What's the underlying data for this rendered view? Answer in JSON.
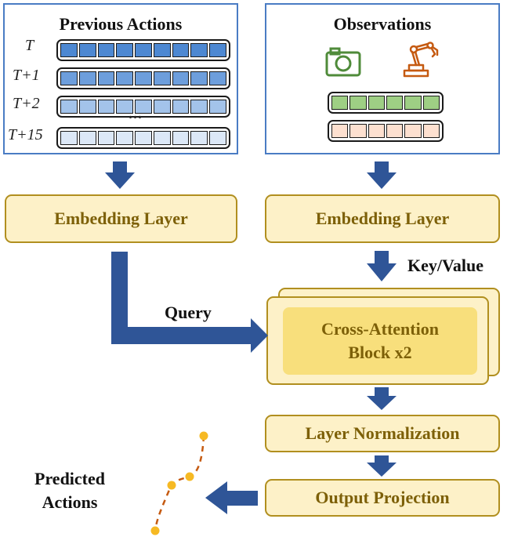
{
  "left_panel": {
    "title": "Previous Actions",
    "rows": [
      {
        "label": "T",
        "color": "#4d88d2"
      },
      {
        "label": "T+1",
        "color": "#6d9edc"
      },
      {
        "label": "T+2",
        "color": "#a3c3ea"
      },
      {
        "label": "T+15",
        "color": "#dce8f7"
      }
    ],
    "ellipsis": "..."
  },
  "right_panel": {
    "title": "Observations",
    "icons": [
      "camera-icon",
      "robot-arm-icon"
    ],
    "strips": [
      {
        "color": "#9ecf84"
      },
      {
        "color": "#fde0d0"
      }
    ]
  },
  "embedding_left": "Embedding Layer",
  "embedding_right": "Embedding Layer",
  "key_value": "Key/Value",
  "query": "Query",
  "cross_attention": {
    "line1": "Cross-Attention",
    "line2": "Block x2"
  },
  "layer_norm": "Layer Normalization",
  "output_projection": "Output Projection",
  "predicted_actions": {
    "line1": "Predicted",
    "line2": "Actions"
  },
  "colors": {
    "panel_border": "#4a7cc4",
    "arrow": "#2f5597",
    "box_fill": "#fdf1c8",
    "box_border": "#b18f1f",
    "box_text": "#7d6008",
    "inner_fill": "#f8df7c",
    "trajectory": "#c55a11",
    "trajectory_points": "#f6b923",
    "camera": "#4f8b3a",
    "robot": "#c55a11"
  }
}
